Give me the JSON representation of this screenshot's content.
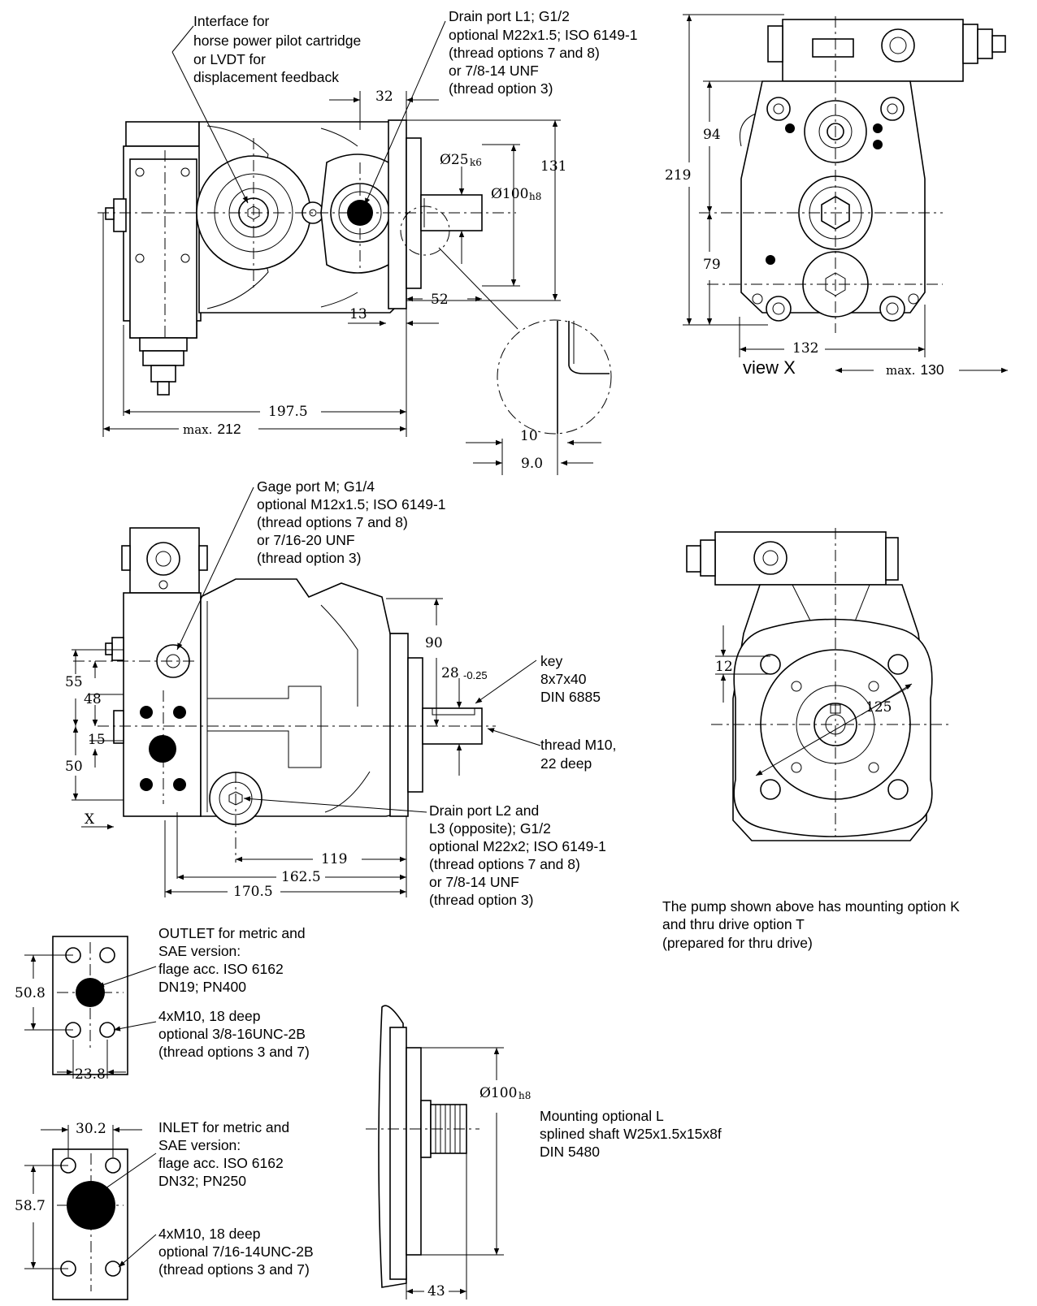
{
  "top_view": {
    "callout_interface": [
      "Interface for",
      "horse power pilot cartridge",
      "or LVDT for",
      "displacement feedback"
    ],
    "callout_drain_l1": [
      "Drain port L1; G1/2",
      "optional M22x1.5; ISO 6149-1",
      "(thread options 7 and 8)",
      "or 7/8-14 UNF",
      "(thread option 3)"
    ],
    "dim_32": "32",
    "dim_d25": "Ø25",
    "dim_d25_tol": "k6",
    "dim_d100": "Ø100",
    "dim_d100_tol": "h8",
    "dim_131": "131",
    "dim_52": "52",
    "dim_13": "13",
    "dim_197_5": "197.5",
    "dim_max212_prefix": "max.",
    "dim_max212_value": "212",
    "detail_dim_10": "10",
    "detail_dim_9": "9.0"
  },
  "view_x": {
    "dim_94": "94",
    "dim_219": "219",
    "dim_79": "79",
    "dim_132": "132",
    "label": "view X",
    "dim_max130_prefix": "max.",
    "dim_max130_value": "130"
  },
  "side_view": {
    "callout_gage_m": [
      "Gage port M; G1/4",
      "optional M12x1.5; ISO 6149-1",
      "(thread options 7 and 8)",
      "or 7/16-20 UNF",
      "(thread option 3)"
    ],
    "dim_90": "90",
    "dim_28": "28",
    "dim_28_tol": "-0.25",
    "callout_key": [
      "key",
      "8x7x40",
      "DIN 6885"
    ],
    "callout_thread": [
      "thread M10,",
      "22 deep"
    ],
    "dim_55": "55",
    "dim_48": "48",
    "dim_15": "15",
    "dim_50": "50",
    "view_marker": "X",
    "callout_drain_l2": [
      "Drain port L2 and",
      "L3 (opposite); G1/2",
      "optional M22x2; ISO 6149-1",
      "(thread options 7 and 8)",
      "or 7/8-14 UNF",
      "(thread option 3)"
    ],
    "dim_119": "119",
    "dim_162_5": "162.5",
    "dim_170_5": "170.5"
  },
  "front_view": {
    "dim_12": "12",
    "dim_125": "125",
    "note": [
      "The pump shown above has mounting option K",
      "and thru drive option T",
      "(prepared for thru drive)"
    ]
  },
  "outlet_flange": {
    "callout": [
      "OUTLET for metric and",
      "SAE version:",
      "flage acc. ISO 6162",
      "DN19; PN400"
    ],
    "callout_thread": [
      "4xM10, 18 deep",
      "optional 3/8-16UNC-2B",
      "(thread options 3 and 7)"
    ],
    "dim_50_8": "50.8",
    "dim_23_8": "23.8"
  },
  "inlet_flange": {
    "dim_30_2": "30.2",
    "callout": [
      "INLET for metric and",
      "SAE version:",
      "flage acc. ISO 6162",
      "DN32; PN250"
    ],
    "dim_58_7": "58.7",
    "callout_thread": [
      "4xM10, 18 deep",
      "optional 7/16-14UNC-2B",
      "(thread options 3 and 7)"
    ]
  },
  "spline_option": {
    "dim_d100": "Ø100",
    "dim_d100_tol": "h8",
    "callout": [
      "Mounting optional L",
      "splined shaft W25x1.5x15x8f",
      "DIN 5480"
    ],
    "dim_43": "43"
  }
}
